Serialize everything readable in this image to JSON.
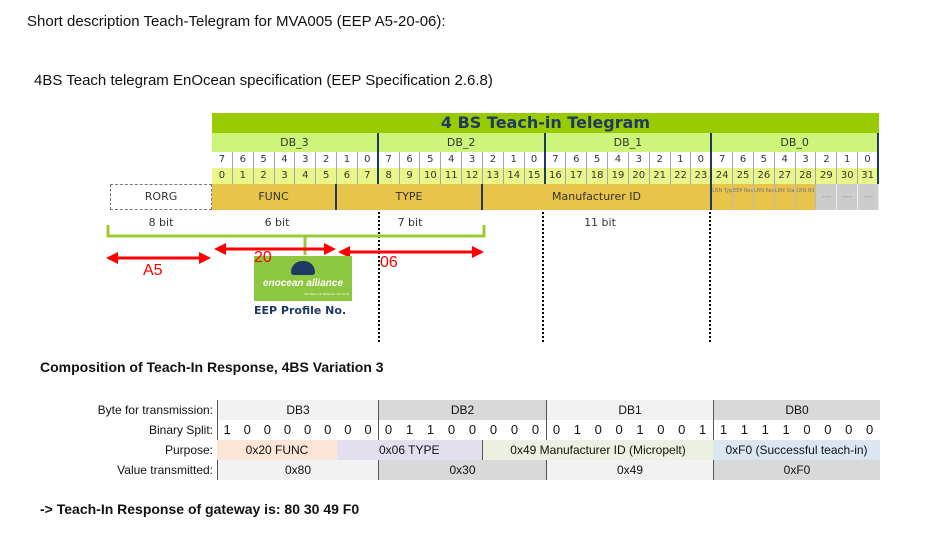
{
  "heading": "Short description Teach-Telegram for MVA005 (EEP A5-20-06):",
  "subheading": "4BS Teach telegram EnOcean specification (EEP Specification 2.6.8)",
  "diagram": {
    "title": "4 BS Teach-in Telegram",
    "bytes": [
      "DB_3",
      "DB_2",
      "DB_1",
      "DB_0"
    ],
    "bit_positions": [
      "7",
      "6",
      "5",
      "4",
      "3",
      "2",
      "1",
      "0"
    ],
    "rorg": "RORG",
    "fields": {
      "func": "FUNC",
      "type": "TYPE",
      "manufacturer": "Manufacturer ID"
    },
    "lrn_fields": [
      "LRN Type",
      "EEP Resu.",
      "LRN Resu.",
      "LRN Stat.",
      "LRN Bit"
    ],
    "unused": "---",
    "sizes": {
      "rorg": "8 bit",
      "func": "6 bit",
      "type": "7 bit",
      "manufacturer": "11 bit"
    },
    "annotations": {
      "a5": "A5",
      "func": "20",
      "type": "06"
    },
    "logo": {
      "name": "enocean alliance",
      "tagline": "No Wires. No Batteries. No Limits.",
      "caption": "EEP Profile No."
    }
  },
  "response": {
    "title": "Composition of Teach-In Response, 4BS Variation 3",
    "row_labels": [
      "Byte for transmission:",
      "Binary Split:",
      "Purpose:",
      "Value transmitted:"
    ],
    "bytes": [
      "DB3",
      "DB2",
      "DB1",
      "DB0"
    ],
    "binary": [
      [
        "1",
        "0",
        "0",
        "0",
        "0",
        "0",
        "0",
        "0"
      ],
      [
        "0",
        "1",
        "1",
        "0",
        "0",
        "0",
        "0",
        "0"
      ],
      [
        "0",
        "1",
        "0",
        "0",
        "1",
        "0",
        "0",
        "1"
      ],
      [
        "1",
        "1",
        "1",
        "1",
        "0",
        "0",
        "0",
        "0"
      ]
    ],
    "purpose": [
      "0x20 FUNC",
      "0x06 TYPE",
      "0x49 Manufacturer ID (Micropelt)",
      "0xF0 (Successful teach-in)"
    ],
    "values": [
      "0x80",
      "0x30",
      "0x49",
      "0xF0"
    ],
    "result": "-> Teach-In Response of gateway is: 80 30 49 F0"
  },
  "colors": {
    "title_bar": "#99cc00",
    "byte_row": "#ccf57a",
    "field": "#e8c44a",
    "accent_red": "#ff0000"
  }
}
